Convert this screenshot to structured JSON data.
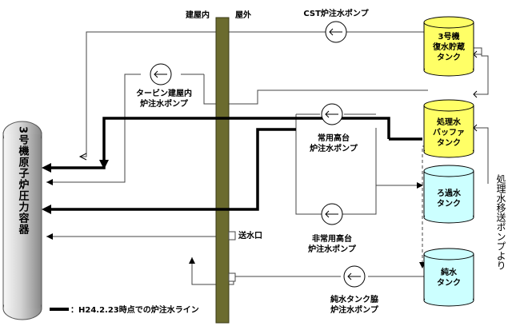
{
  "labels": {
    "inside_building": "建屋内",
    "outside": "屋外",
    "reactor": "3号機原子炉圧力容器",
    "cst_pump": "CST炉注水ポンプ",
    "turbine_pump_line1": "タービン建屋内",
    "turbine_pump_line2": "炉注水ポンプ",
    "normal_pump_line1": "常用高台",
    "normal_pump_line2": "炉注水ポンプ",
    "emergency_pump_line1": "非常用高台",
    "emergency_pump_line2": "炉注水ポンプ",
    "pure_pump_line1": "純水タンク脇",
    "pure_pump_line2": "炉注水ポンプ",
    "outlet": "送水口",
    "side_label": "処理水移送ポンプより"
  },
  "tanks": {
    "cst_line1": "3号機",
    "cst_line2": "復水貯蔵",
    "cst_line3": "タンク",
    "buffer_line1": "処理水",
    "buffer_line2": "バッファ",
    "buffer_line3": "タンク",
    "filter_line1": "ろ過水",
    "filter_line2": "タンク",
    "pure_line1": "純水",
    "pure_line2": "タンク"
  },
  "legend": {
    "text": "：H24.2.23時点での炉注水ライン"
  },
  "colors": {
    "tank_yellow": "#ffff66",
    "tank_cyan": "#ccffff",
    "wall": "#666633",
    "reactor_light": "#f4f4f4",
    "reactor_dark": "#9a9a9a"
  }
}
